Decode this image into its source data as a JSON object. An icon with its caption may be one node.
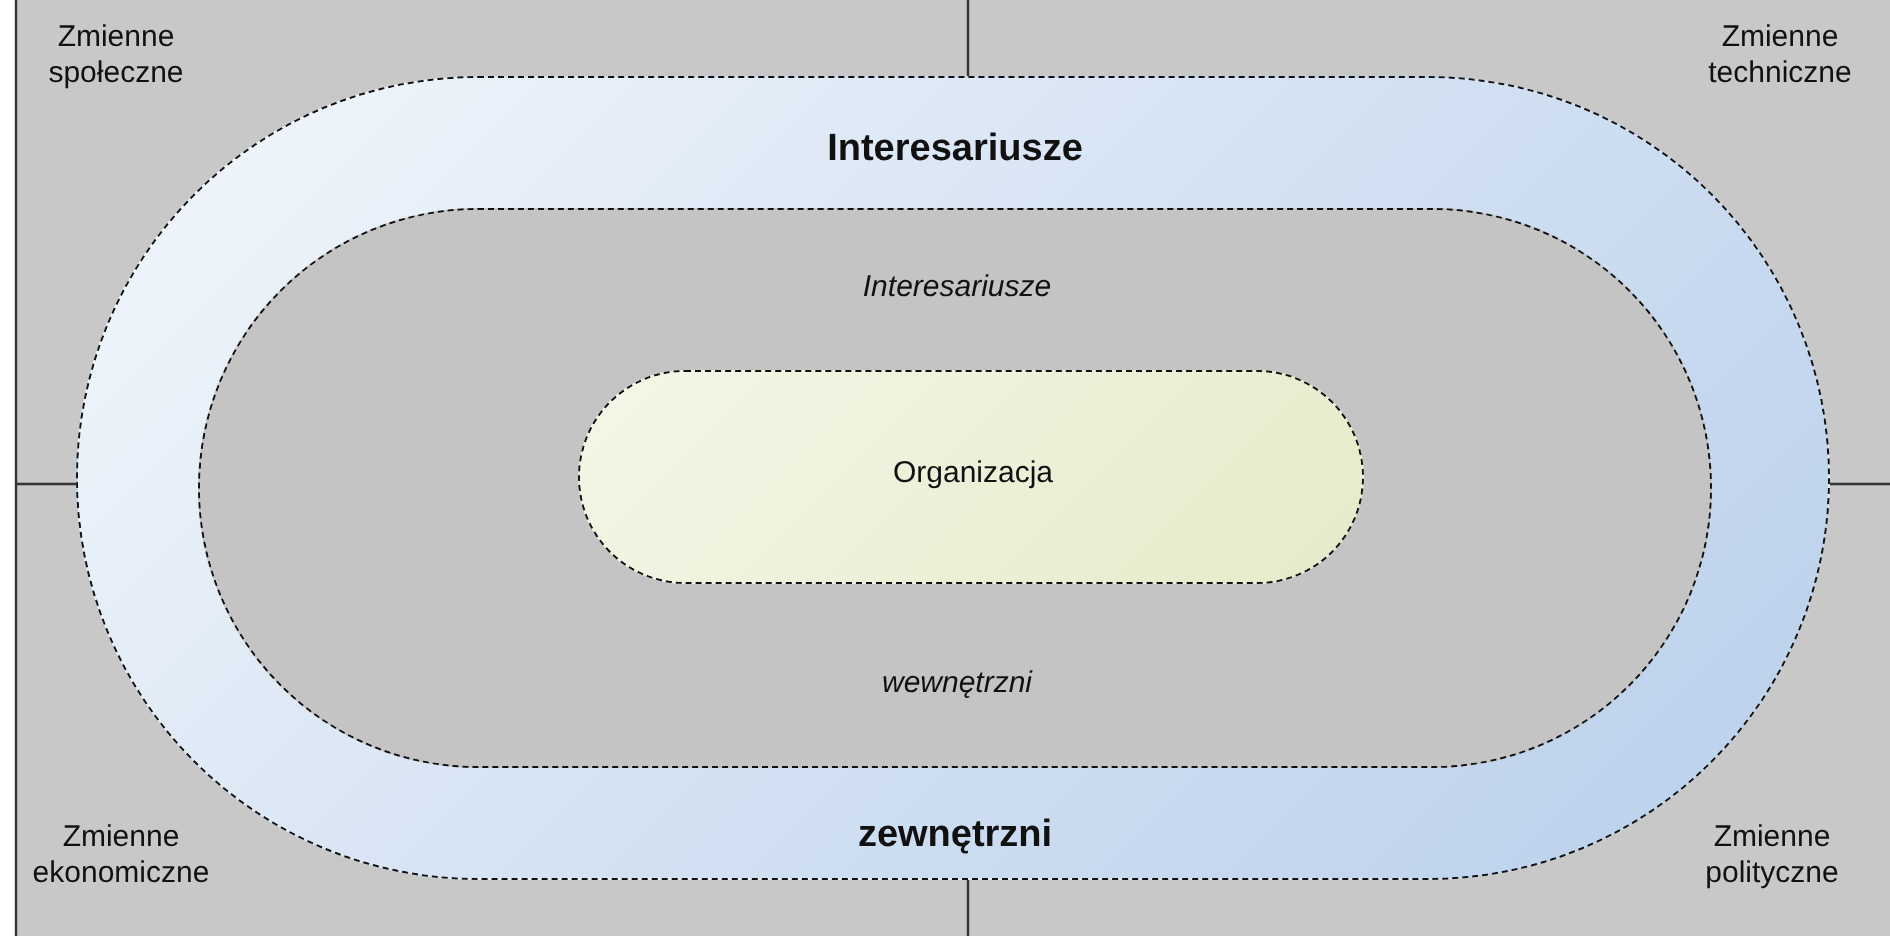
{
  "diagram": {
    "nodes": [
      {
        "text": [
          "Interesariusze",
          "zewnętrzni"
        ]
      },
      {
        "text": [
          "Interesariusze",
          "wewnętrzni"
        ],
        "in": 0
      },
      {
        "text": [
          "Organizacja"
        ],
        "in": 1
      }
    ],
    "labels": [
      "Zmienne społeczne",
      "Zmienne techniczne",
      "Zmienne ekonomiczne",
      "Zmienne polityczne"
    ]
  }
}
